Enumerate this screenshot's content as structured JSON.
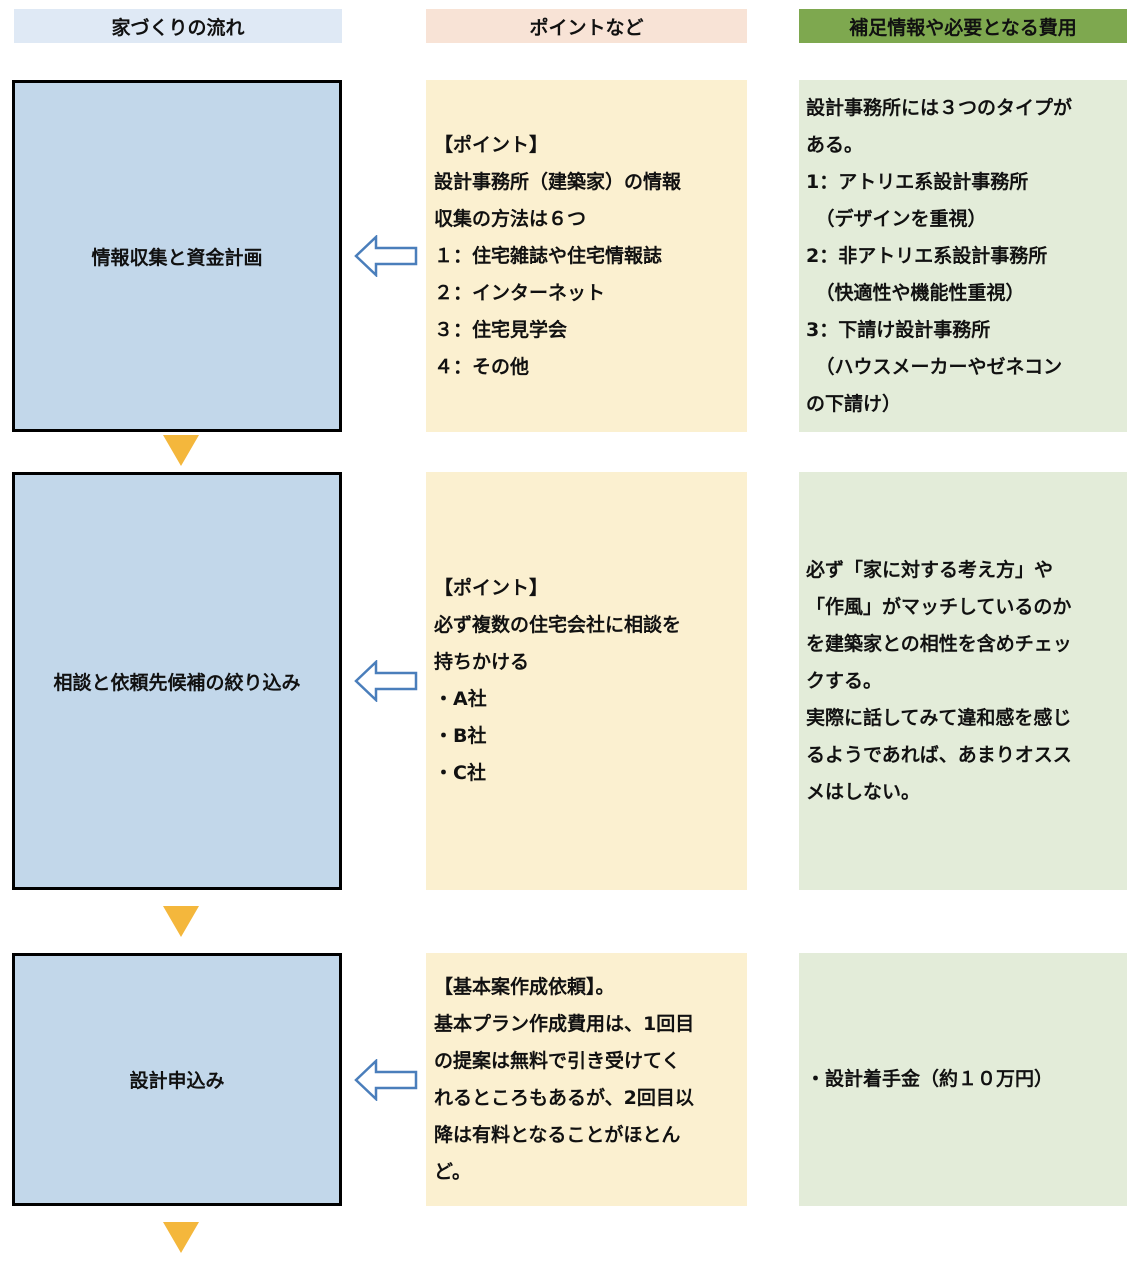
{
  "headers": {
    "flow": "家づくりの流れ",
    "points": "ポイントなど",
    "info": "補足情報や必要となる費用"
  },
  "colors": {
    "step": "#c2d7ea",
    "points": "#fbf0d0",
    "info": "#e3ecd9",
    "info_header": "#7ea84f",
    "arrow": "#4a7ebb",
    "triangle": "#f4b73c"
  },
  "rows": [
    {
      "step": "情報収集と資金計画",
      "points": [
        "【ポイント】",
        "設計事務所（建築家）の情報",
        "収集の方法は６つ",
        "１：住宅雑誌や住宅情報誌",
        "２：インターネット",
        "３：住宅見学会",
        "４：その他"
      ],
      "info": [
        "設計事務所には３つのタイプが",
        "ある。",
        "1：アトリエ系設計事務所",
        "　（デザインを重視）",
        "2：非アトリエ系設計事務所",
        "　（快適性や機能性重視）",
        "3：下請け設計事務所",
        "　（ハウスメーカーやゼネコン",
        "の下請け）"
      ]
    },
    {
      "step": "相談と依頼先候補の絞り込み",
      "points": [
        "【ポイント】",
        "必ず複数の住宅会社に相談を",
        "持ちかける",
        "・A社",
        "・B社",
        "・C社"
      ],
      "info": [
        "必ず「家に対する考え方」や",
        "「作風」がマッチしているのか",
        "を建築家との相性を含めチェッ",
        "クする。",
        "実際に話してみて違和感を感じ",
        "るようであれば、あまりオスス",
        "メはしない。"
      ]
    },
    {
      "step": "設計申込み",
      "points": [
        "【基本案作成依頼】。",
        "基本プラン作成費用は、1回目",
        "の提案は無料で引き受けてく",
        "れるところもあるが、2回目以",
        "降は有料となることがほとん",
        "ど。"
      ],
      "info": [
        "・設計着手金（約１０万円）"
      ]
    }
  ]
}
